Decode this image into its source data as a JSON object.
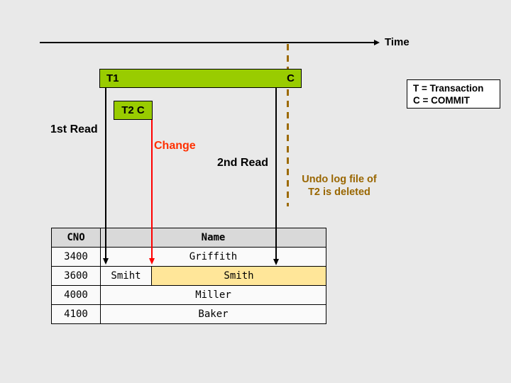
{
  "slide": {
    "background": "#E9E9E9",
    "timeline": {
      "label": "Time"
    },
    "transactions": {
      "t1_label": "T1",
      "t1_commit_label": "C",
      "t2_label": "T2 C",
      "bar_color": "#99CC00"
    },
    "annotations": {
      "first_read": "1st Read",
      "change": "Change",
      "second_read": "2nd Read",
      "undo_log_line1": "Undo log file of",
      "undo_log_line2": "T2 is deleted"
    },
    "legend": {
      "line1": "T = Transaction",
      "line2": "C = COMMIT"
    },
    "table": {
      "headers": {
        "cno": "CNO",
        "name": "Name"
      },
      "rows": [
        {
          "cno": "3400",
          "name": "Griffith"
        },
        {
          "cno": "3600",
          "name_before": "Smiht",
          "name_after": "Smith"
        },
        {
          "cno": "4000",
          "name": "Miller"
        },
        {
          "cno": "4100",
          "name": "Baker"
        }
      ],
      "header_bg": "#D9D9D9",
      "row_bg": "#FAFAFA",
      "highlight_bg": "#FFE699"
    },
    "colors": {
      "action_line_black": "#000000",
      "change_red": "#FF3000",
      "undo_text_gold": "#996600",
      "dashed_line_gold": "#9C6A00"
    }
  }
}
